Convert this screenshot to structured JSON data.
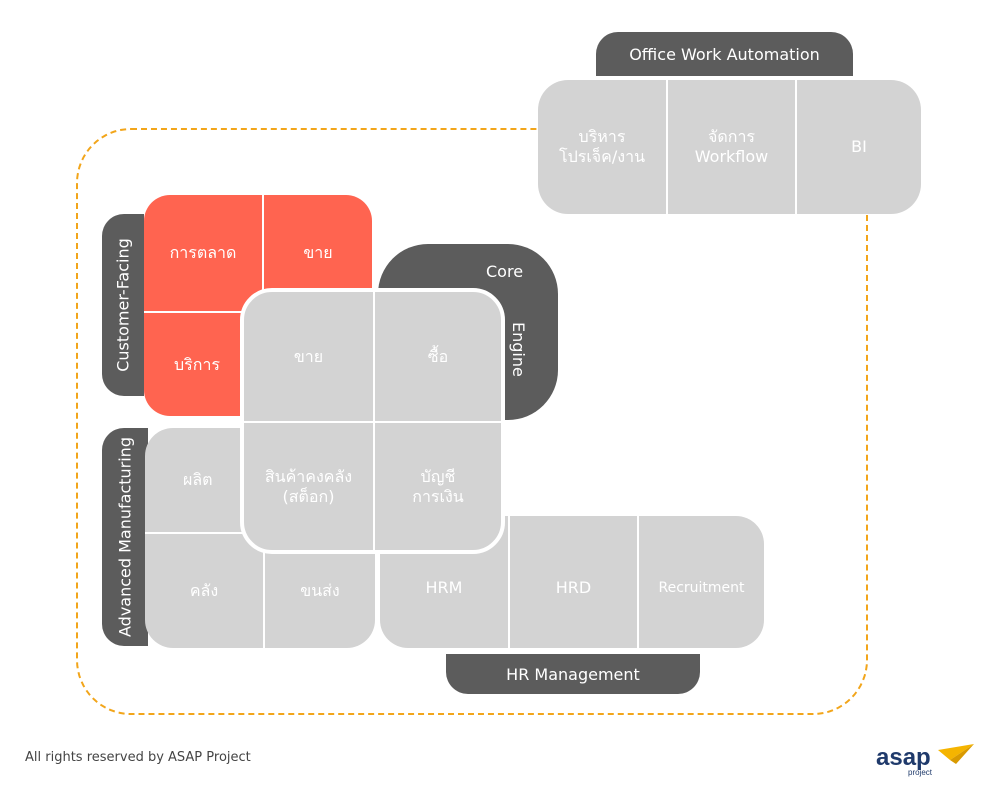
{
  "office": {
    "title": "Office Work Automation",
    "cells": [
      "บริหาร\nโปรเจ็ค/งาน",
      "จัดการ\nWorkflow",
      "BI"
    ]
  },
  "customer_facing": {
    "title": "Customer-Facing",
    "cells": [
      "การตลาด",
      "ขาย",
      "บริการ"
    ]
  },
  "core": {
    "title_part1": "Core",
    "title_part2": "Engine",
    "cells": [
      "ขาย",
      "ซื้อ",
      "สินค้าคงคลัง\n(สต็อก)",
      "บัญชี\nการเงิน"
    ]
  },
  "manufacturing": {
    "title": "Advanced Manufacturing",
    "cells": [
      "ผลิต",
      "คลัง",
      "ขนส่ง"
    ]
  },
  "hr": {
    "title": "HR Management",
    "cells": [
      "HRM",
      "HRD",
      "Recruitment"
    ]
  },
  "footer": {
    "copyright": "All rights reserved by ASAP Project"
  },
  "logo": {
    "wordmark": "asap",
    "sub": "project"
  },
  "colors": {
    "accent_red": "#FF6450",
    "module_gray": "#D3D3D3",
    "tab_dark": "#5C5C5C",
    "dash_orange": "#F2A51A",
    "logo_blue": "#1F3A6B",
    "logo_gold": "#F5B400"
  }
}
